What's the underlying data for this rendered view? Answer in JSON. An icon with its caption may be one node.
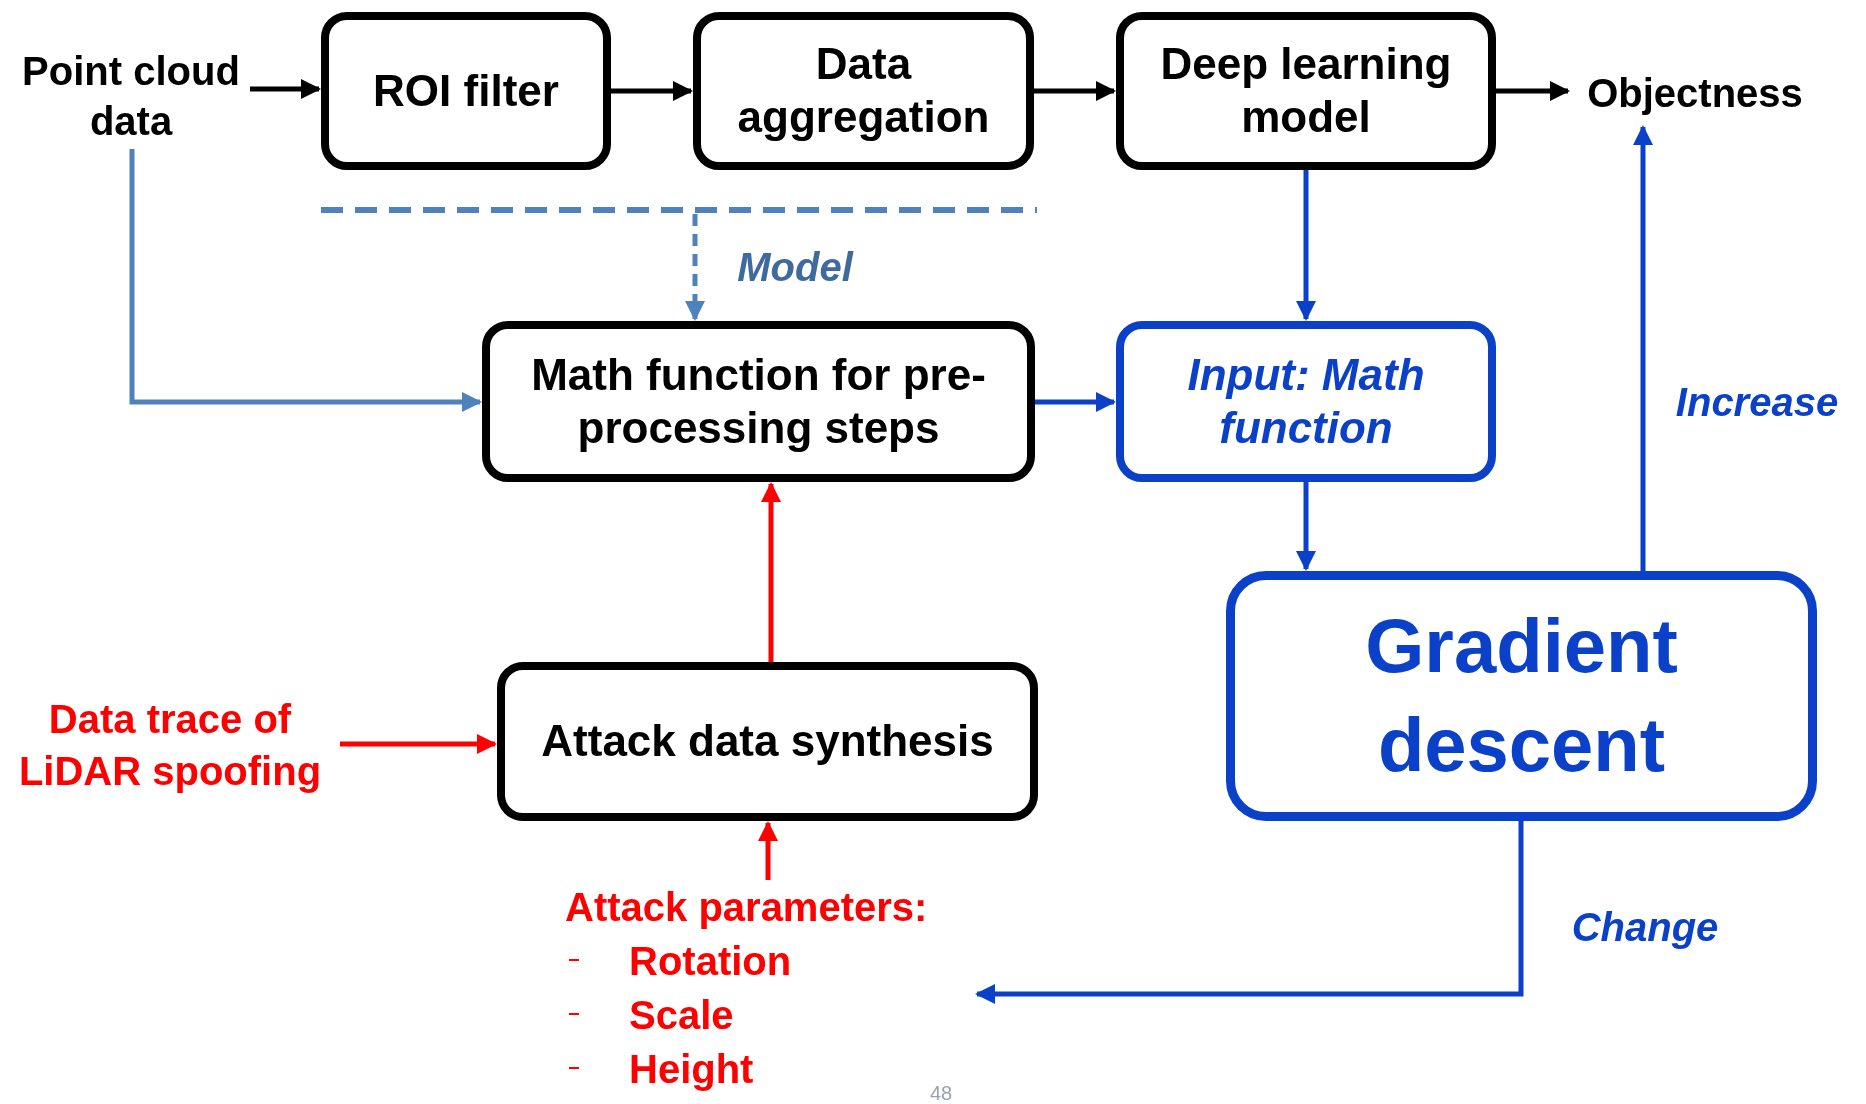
{
  "diagram": {
    "nodes": [
      {
        "text": [
          "Point cloud data"
        ]
      },
      {
        "text": [
          "ROI filter"
        ]
      },
      {
        "text": [
          "Data aggregation"
        ]
      },
      {
        "text": [
          "Deep learning model"
        ]
      },
      {
        "text": [
          "Objectness"
        ]
      },
      {
        "text": [],
        "shape": "bar"
      },
      {
        "text": [
          "Math function for pre-processing steps"
        ]
      },
      {
        "text": [
          "Input: Math function"
        ]
      },
      {
        "text": [
          "Attack data synthesis"
        ]
      },
      {
        "text": [
          "Gradient descent"
        ]
      },
      {
        "text": [
          "Data trace of LiDAR spoofing"
        ]
      },
      {
        "text": [
          "Attack parameters:",
          "Rotation",
          "Scale",
          "Height"
        ]
      }
    ],
    "edges": [
      {
        "from": 0,
        "to": 1,
        "arrow": "to",
        "color": "#000000"
      },
      {
        "from": 1,
        "to": 2,
        "arrow": "to",
        "color": "#000000"
      },
      {
        "from": 2,
        "to": 3,
        "arrow": "to",
        "color": "#000000"
      },
      {
        "from": 3,
        "to": 4,
        "arrow": "to",
        "color": "#000000"
      },
      {
        "from": 3,
        "to": 7,
        "arrow": "to"
      },
      {
        "from": 5,
        "to": 6,
        "arrow": "to",
        "label": "Model",
        "style": "dashed",
        "color": "#4f81bd"
      },
      {
        "from": 0,
        "to": 6,
        "arrow": "to",
        "color": "#4f81bd"
      },
      {
        "from": 6,
        "to": 7,
        "arrow": "to"
      },
      {
        "from": 7,
        "to": 9,
        "arrow": "to"
      },
      {
        "from": 9,
        "to": 4,
        "arrow": "to",
        "label": "Increase"
      },
      {
        "from": 8,
        "to": 6,
        "arrow": "to",
        "color": "#ff0000"
      },
      {
        "from": 10,
        "to": 8,
        "arrow": "to",
        "color": "#ff0000"
      },
      {
        "from": 11,
        "to": 8,
        "arrow": "to",
        "color": "#ff0000"
      },
      {
        "from": 9,
        "to": 11,
        "arrow": "to",
        "label": "Change"
      }
    ],
    "labels": [
      "48"
    ]
  }
}
